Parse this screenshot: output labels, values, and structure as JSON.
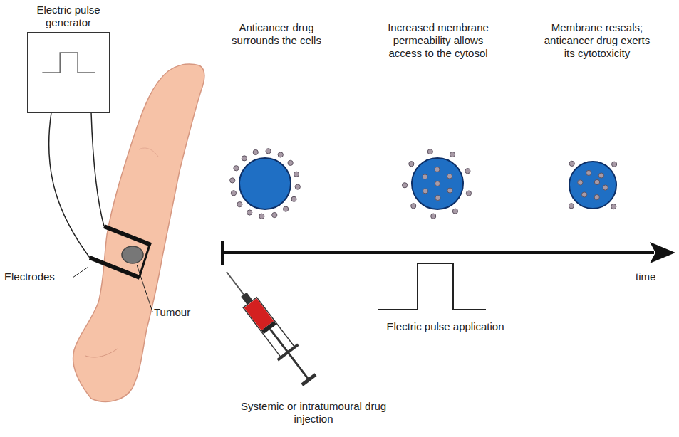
{
  "diagram": {
    "nodes": [
      {
        "text": [
          "Electric pulse generator"
        ]
      }
    ],
    "labels": [
      "Electrodes",
      "Tumour",
      "Anticancer drug surrounds the cells",
      "Increased membrane permeability allows access to the cytosol",
      "Membrane reseals; anticancer drug exerts its cytotoxicity",
      "Electric pulse application",
      "time",
      "Systemic or intratumoural drug injection"
    ]
  }
}
